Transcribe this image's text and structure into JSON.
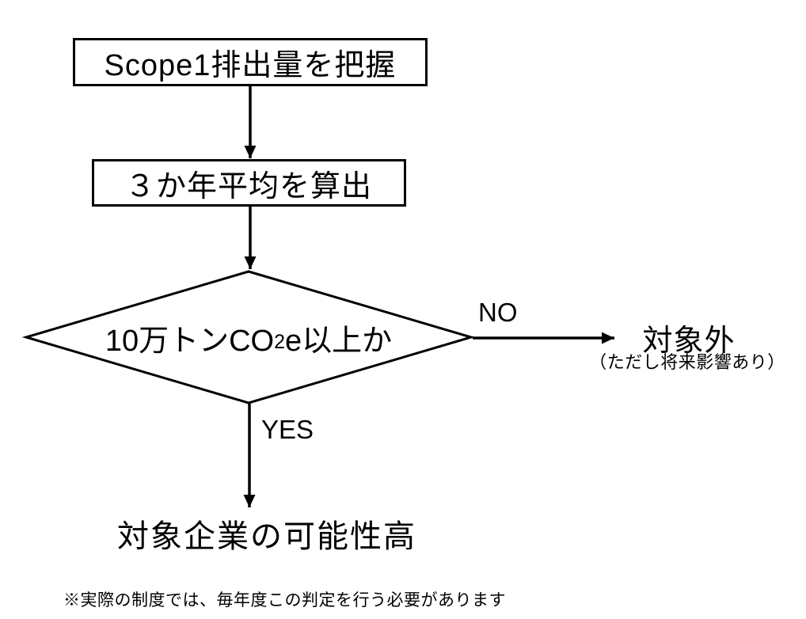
{
  "canvas": {
    "background": "#ffffff",
    "line_color": "#000000"
  },
  "flowchart": {
    "steps": [
      {
        "label": "Scope1排出量を把握"
      },
      {
        "label": "３か年平均を算出"
      }
    ],
    "decision": {
      "label_pre": "10万トンCO",
      "label_sub": "2",
      "label_post": "e以上か"
    },
    "branches": {
      "no_label": "NO",
      "yes_label": "YES"
    },
    "outcomes": {
      "no_result": "対象外",
      "no_note": "（ただし将来影響あり）",
      "yes_result": "対象企業の可能性高"
    },
    "footnote": "※実際の制度では、毎年度この判定を行う必要があります"
  }
}
